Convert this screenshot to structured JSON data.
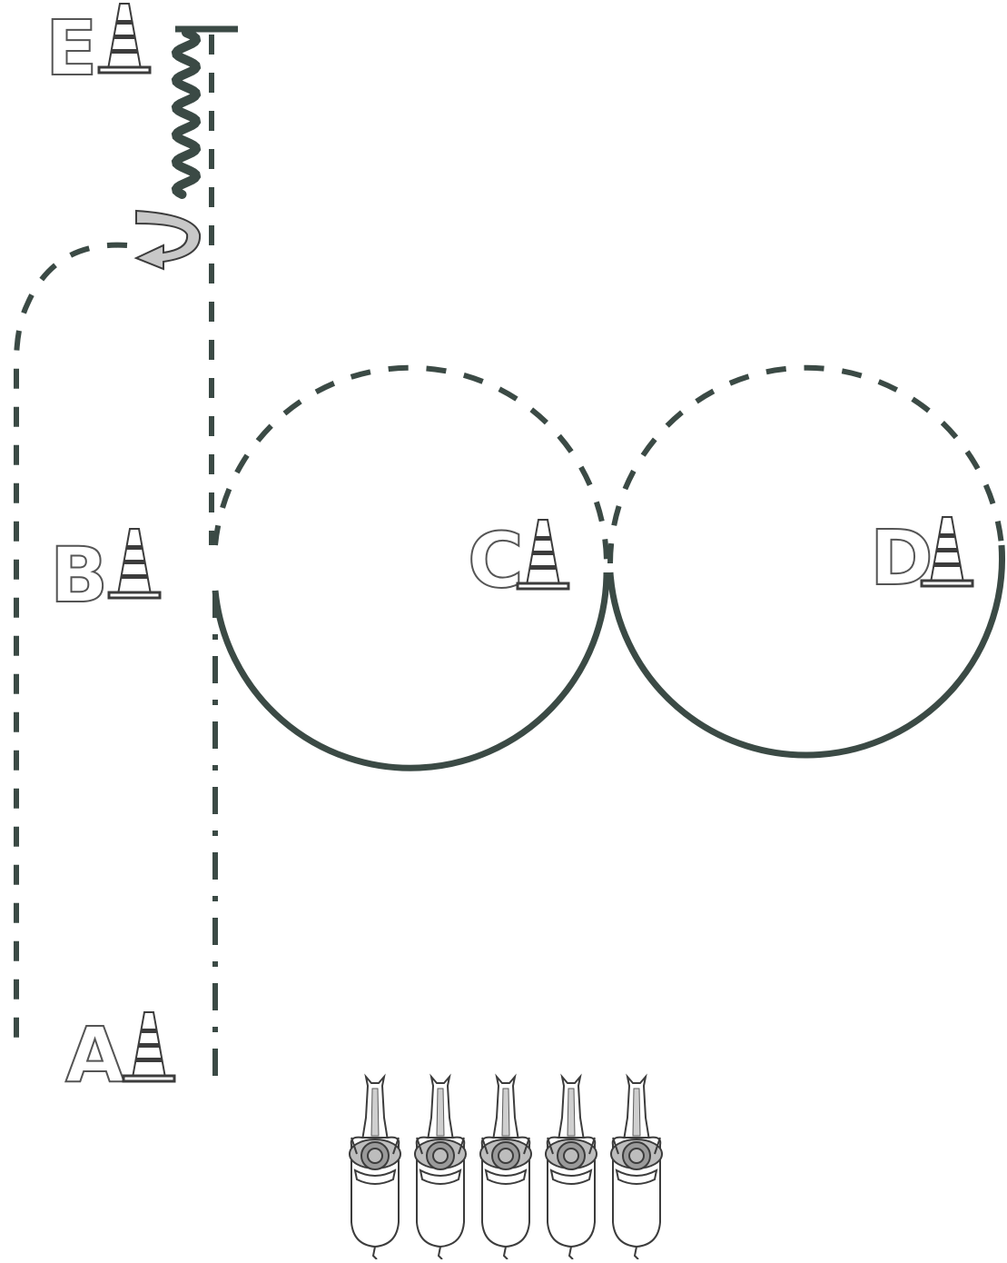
{
  "colors": {
    "path": "#3b4a45",
    "turn_arrow_fill": "#c8c8c8"
  },
  "markers": [
    {
      "id": "A",
      "letter": "A"
    },
    {
      "id": "B",
      "letter": "B"
    },
    {
      "id": "C",
      "letter": "C"
    },
    {
      "id": "D",
      "letter": "D"
    },
    {
      "id": "E",
      "letter": "E"
    }
  ],
  "riders": {
    "count": 5,
    "icon": "horse-and-rider-top-view"
  },
  "icons": {
    "marker": "traffic-cone-icon",
    "turn": "u-turn-arrow-icon",
    "serpentine": "wavy-line-icon"
  }
}
